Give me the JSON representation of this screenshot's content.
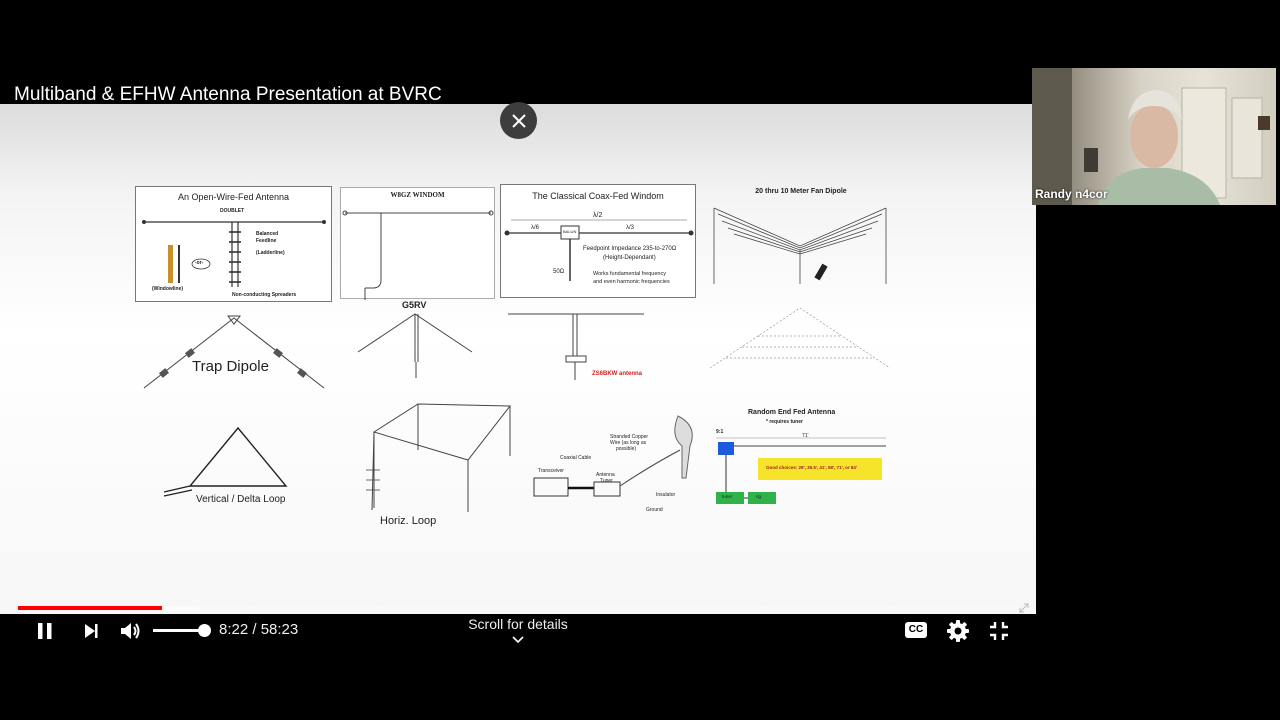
{
  "video": {
    "title": "Multiband & EFHW Antenna Presentation at BVRC"
  },
  "slide": {
    "open_wire": {
      "title": "An Open-Wire-Fed Antenna",
      "doublet": "DOUBLET",
      "balanced": "Balanced",
      "feedline": "Feedline",
      "ladderline": "(Ladderline)",
      "or": "-or-",
      "windowline": "(Windowline)",
      "spreaders": "Non-conducting Spreaders"
    },
    "w8gz": {
      "title": "W8GZ WINDOM"
    },
    "coax_windom": {
      "title": "The Classical Coax-Fed Windom",
      "half": "λ/2",
      "sixth": "λ/6",
      "third": "λ/3",
      "balun": "BALUN",
      "impedance": "Feedpoint Impedance 235-to-270Ω",
      "height": "(Height-Dependant)",
      "ohms": "50Ω",
      "works1": "Works fundamental frequency",
      "works2": "and even harmonic frequencies"
    },
    "fan_dipole": {
      "title": "20 thru 10 Meter Fan Dipole"
    },
    "trap_dipole": {
      "label": "Trap Dipole"
    },
    "g5rv": {
      "label": "G5RV"
    },
    "zs6bkw": {
      "label": "ZS6BKW antenna"
    },
    "delta_loop": {
      "label": "Vertical / Delta Loop"
    },
    "horiz_loop": {
      "label": "Horiz. Loop"
    },
    "random_wire": {
      "transceiver": "Transceiver",
      "coax": "Coaxial Cable",
      "tuner1": "Antenna",
      "tuner2": "Tuner",
      "wire1": "Stranded Copper",
      "wire2": "Wire (as long as",
      "wire3": "possible)",
      "insulator": "Insulator",
      "ground": "Ground"
    },
    "random_efha": {
      "title": "Random End Fed Antenna",
      "subtitle": "* requires tuner",
      "ratio": "9:1",
      "length": "71'",
      "good": "Good choices: 29', 35.5', 41', 58', 71', or 84'",
      "tuner": "tuner",
      "rig": "rig"
    }
  },
  "webcam": {
    "name": "Randy n4cor"
  },
  "player": {
    "time_current": "8:22",
    "time_separator": "/",
    "time_total": "58:23",
    "time_display": "8:22 / 58:23",
    "progress_played": 0.144,
    "progress_buffered": 0.176,
    "volume_level": 0.9,
    "scroll_hint": "Scroll for details",
    "cc_label": "CC"
  },
  "colors": {
    "progress_red": "#ff0000",
    "efhw_yellow": "#f5e42a",
    "efhw_blue": "#1e5adc",
    "efhw_green": "#2fb24a",
    "zs6bkw_red": "#d42020"
  }
}
